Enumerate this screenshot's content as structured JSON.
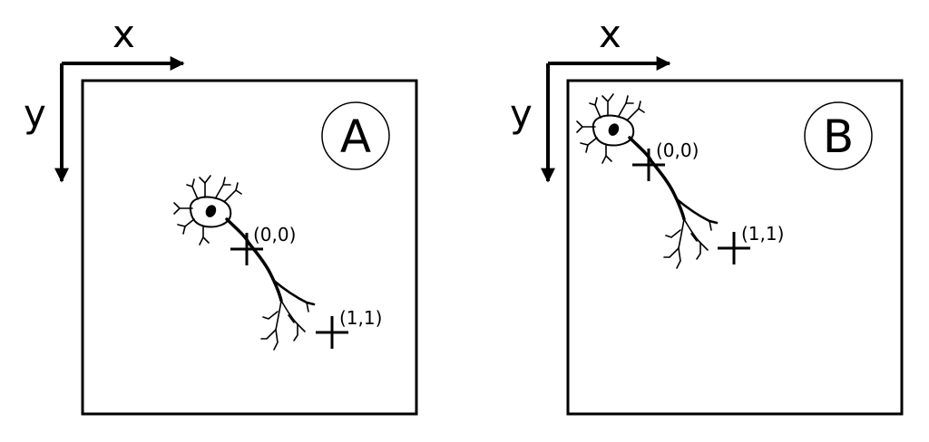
{
  "panels": [
    {
      "badge": "A",
      "axis_x_label": "x",
      "axis_y_label": "y",
      "origin_label": "(0,0)",
      "unit_label": "(1,1)"
    },
    {
      "badge": "B",
      "axis_x_label": "x",
      "axis_y_label": "y",
      "origin_label": "(0,0)",
      "unit_label": "(1,1)"
    }
  ],
  "colors": {
    "stroke": "#000000",
    "background": "#ffffff"
  }
}
